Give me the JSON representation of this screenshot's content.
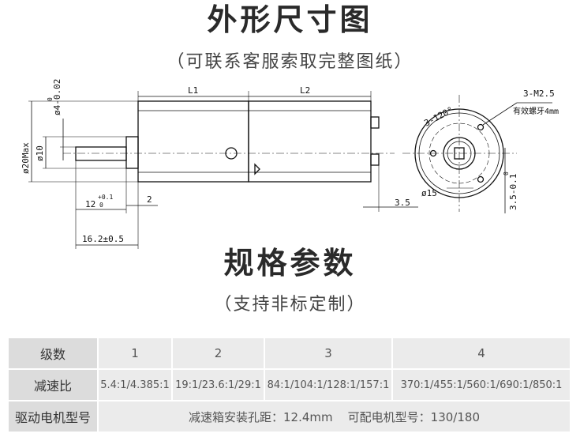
{
  "header": {
    "title": "外形尺寸图",
    "subtitle": "（可联系客服索取完整图纸）"
  },
  "drawing": {
    "dim_shaft_dia": "ø4-0.02",
    "dim_shaft_dia_tol": "0",
    "dim_body_dia": "ø20Max",
    "dim_boss_dia": "ø10",
    "dim_L1": "L1",
    "dim_L2": "L2",
    "dim_shaft_len": "12",
    "dim_shaft_len_tol_upper": "+0.1",
    "dim_shaft_len_tol_lower": "0",
    "dim_step": "2",
    "dim_total_shaft": "16.2±0.5",
    "dim_terminal_offset": "3.5",
    "dim_angle": "3-120°",
    "dim_screw": "3-M2.5",
    "dim_thread": "有效螺牙4mm",
    "dim_pcd": "ø15",
    "dim_flat_tol_upper": "0",
    "dim_flat": "3.5-0.1"
  },
  "specs": {
    "title": "规格参数",
    "subtitle": "（支持非标定制）",
    "rows": [
      {
        "label": "级数",
        "cells": [
          "1",
          "2",
          "3",
          "4"
        ]
      },
      {
        "label": "减速比",
        "cells": [
          "5.4:1/4.385:1",
          "19:1/23.6:1/29:1",
          "84:1/104:1/128:1/157:1",
          "370:1/455:1/560:1/690:1/850:1"
        ]
      },
      {
        "label": "驱动电机型号",
        "merged": "减速箱安装孔距：12.4mm    可配电机型号：130/180"
      }
    ]
  }
}
